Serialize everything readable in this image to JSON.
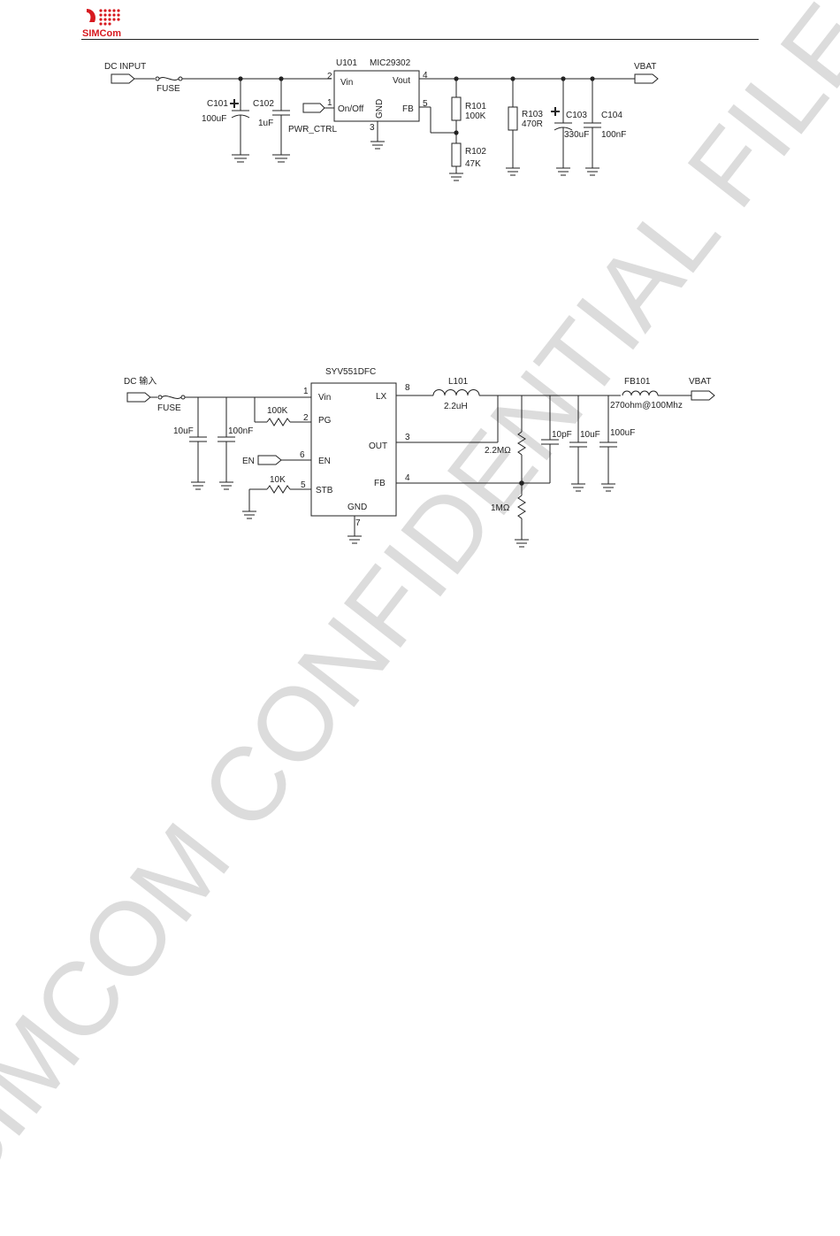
{
  "header": {
    "logo_text": "SIMCom",
    "logo_color": "#d7191f"
  },
  "watermark": {
    "text": "SIMCOM CONFIDENTIAL FILE",
    "color": "#d9d9d9"
  },
  "circuit1": {
    "dc_input": "DC INPUT",
    "fuse": "FUSE",
    "u101": "U101",
    "ic": "MIC29302",
    "pin_vin_num": "2",
    "pin_vin": "Vin",
    "pin_vout": "Vout",
    "pin_vout_num": "4",
    "pin_onoff_num": "1",
    "pin_onoff": "On/Off",
    "pin_gnd": "GND",
    "pin_gnd_num": "3",
    "pin_fb": "FB",
    "pin_fb_num": "5",
    "c101": "C101",
    "c101_val": "100uF",
    "c102": "C102",
    "c102_val": "1uF",
    "pwr_ctrl": "PWR_CTRL",
    "r101": "R101",
    "r101_val": "100K",
    "r102": "R102",
    "r102_val": "47K",
    "r103": "R103",
    "r103_val": "470R",
    "c103": "C103",
    "c103_val": "330uF",
    "c104": "C104",
    "c104_val": "100nF",
    "vbat": "VBAT"
  },
  "circuit2": {
    "dc_input": "DC 输入",
    "fuse": "FUSE",
    "ic": "SYV551DFC",
    "pin_vin_num": "1",
    "pin_vin": "Vin",
    "pin_pg_num": "2",
    "pin_pg": "PG",
    "pin_en_num": "6",
    "pin_en": "EN",
    "pin_stb_num": "5",
    "pin_stb": "STB",
    "pin_gnd": "GND",
    "pin_gnd_num": "7",
    "pin_lx": "LX",
    "pin_lx_num": "8",
    "pin_out": "OUT",
    "pin_out_num": "3",
    "pin_fb": "FB",
    "pin_fb_num": "4",
    "cap_10uf": "10uF",
    "cap_100nf": "100nF",
    "r_100k": "100K",
    "en_label": "EN",
    "r_10k": "10K",
    "l101": "L101",
    "l101_val": "2.2uH",
    "r_2m2": "2.2MΩ",
    "r_1m": "1MΩ",
    "c_10pf": "10pF",
    "c_10uf_out": "10uF",
    "c_100uf": "100uF",
    "fb101": "FB101",
    "fb101_val": "270ohm@100Mhz",
    "vbat": "VBAT"
  }
}
